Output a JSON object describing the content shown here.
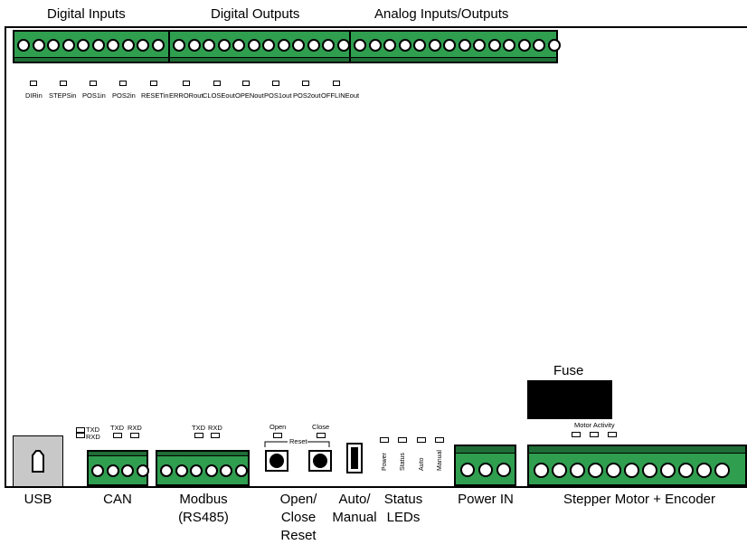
{
  "headers": {
    "digital_inputs": "Digital Inputs",
    "digital_outputs": "Digital Outputs",
    "analog_io": "Analog Inputs/Outputs"
  },
  "top_leds": [
    "DIRin",
    "STEPSin",
    "POS1in",
    "POS2in",
    "RESETin",
    "ERRORout",
    "CLOSEout",
    "OPENout",
    "POS1out",
    "POS2out",
    "OFFLINEout"
  ],
  "fuse_label": "Fuse",
  "motor_activity_label": "Motor Activity",
  "can_leds": {
    "txd": "TXD",
    "rxd": "RXD"
  },
  "txd_rxd_side": {
    "txd": "TXD",
    "rxd": "RXD"
  },
  "modbus_leds": {
    "txd": "TXD",
    "rxd": "RXD"
  },
  "buttons": {
    "open": "Open",
    "close": "Close",
    "reset": "Reset"
  },
  "status_leds": [
    "Power",
    "Status",
    "Auto",
    "Manual"
  ],
  "bottom_labels": {
    "usb": "USB",
    "can": "CAN",
    "modbus_1": "Modbus",
    "modbus_2": "(RS485)",
    "open_close_1": "Open/",
    "open_close_2": "Close",
    "open_close_3": "Reset",
    "auto_manual_1": "Auto/",
    "auto_manual_2": "Manual",
    "status_1": "Status",
    "status_2": "LEDs",
    "power_in": "Power IN",
    "stepper": "Stepper Motor + Encoder"
  },
  "colors": {
    "terminal_green": "#2f9e4f",
    "fuse": "#000000",
    "usb_gray": "#c8c8c8"
  }
}
